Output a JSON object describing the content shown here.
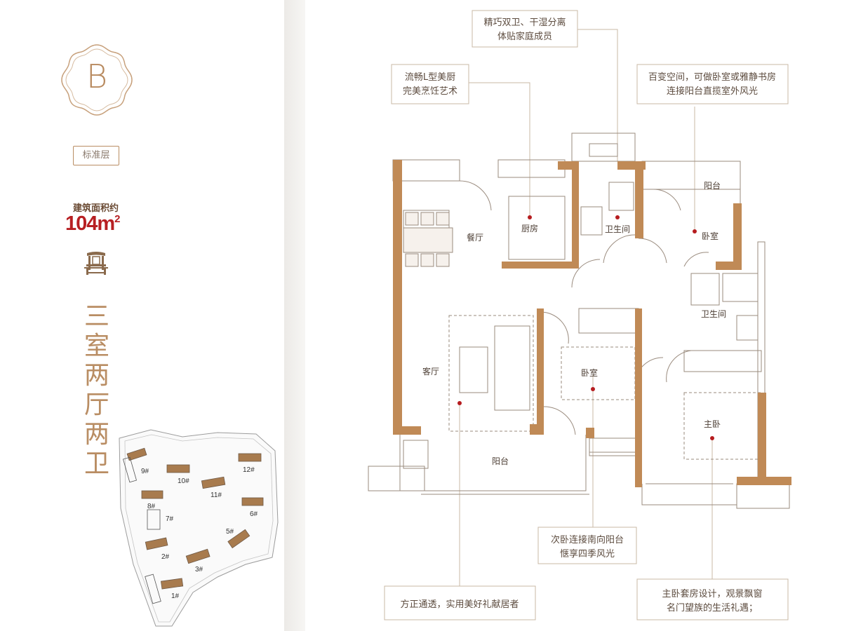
{
  "header": {
    "unit_letter": "B",
    "floor_tag": "标准层",
    "area_label": "建筑面积约",
    "area_value": "104m",
    "area_sup": "2"
  },
  "title_vertical": [
    "三",
    "室",
    "两",
    "厅",
    "两",
    "卫"
  ],
  "site_map": {
    "buildings": [
      "1#",
      "2#",
      "3#",
      "5#",
      "6#",
      "7#",
      "8#",
      "9#",
      "10#",
      "11#",
      "12#"
    ]
  },
  "callouts": {
    "top_bath": [
      "精巧双卫、干湿分离",
      "体贴家庭成员"
    ],
    "kitchen": [
      "流畅L型美厨",
      "完美烹饪艺术"
    ],
    "bedroom_flex": [
      "百变空间，可做卧室或雅静书房",
      "连接阳台直揽室外风光"
    ],
    "second_bedroom": [
      "次卧连接南向阳台",
      "惬享四季风光"
    ],
    "living": [
      "方正通透，实用美好礼献居者"
    ],
    "master": [
      "主卧套房设计，观景飘窗",
      "名门望族的生活礼遇；"
    ]
  },
  "rooms": {
    "dining": "餐厅",
    "kitchen": "厨房",
    "bath_top": "卫生间",
    "balcony_top": "阳台",
    "bedroom_ne": "卧室",
    "bath_mid": "卫生间",
    "living": "客厅",
    "bedroom_mid": "卧室",
    "master": "主卧",
    "balcony_south": "阳台"
  },
  "colors": {
    "wall": "#c08a56",
    "line": "#c8b8a6",
    "accent_red": "#b61c1f",
    "text_brown": "#b98d63"
  }
}
